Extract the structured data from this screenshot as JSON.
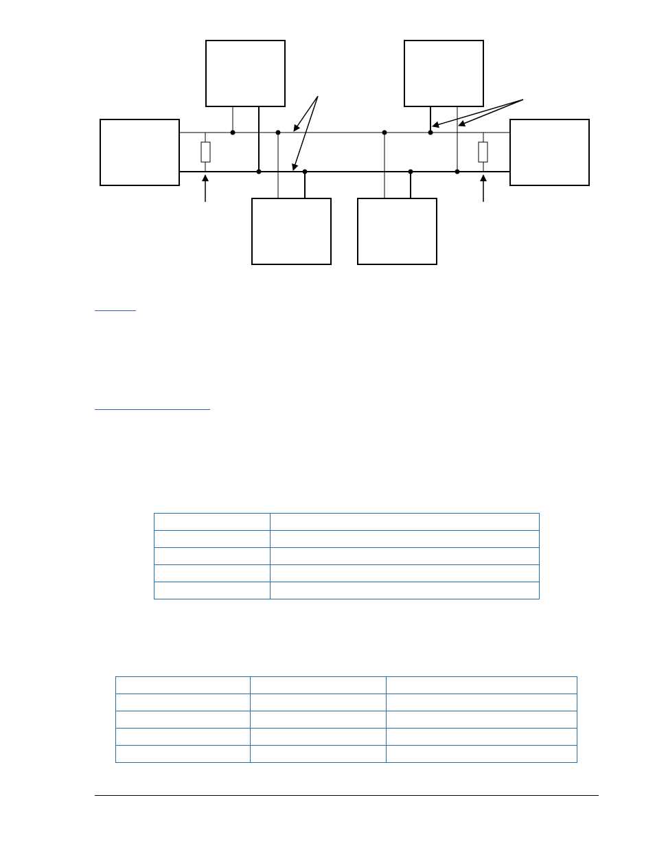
{
  "diagram": {
    "nodes": [
      {
        "id": "node-left"
      },
      {
        "id": "node-top-left"
      },
      {
        "id": "node-top-right"
      },
      {
        "id": "node-right"
      },
      {
        "id": "node-bottom-left"
      },
      {
        "id": "node-bottom-right"
      }
    ],
    "line_color": "#000000"
  },
  "links": [
    {
      "text": ""
    },
    {
      "text": ""
    }
  ],
  "table1": {
    "border_color": "#1f6fb4",
    "rows": [
      [
        "",
        ""
      ],
      [
        "",
        ""
      ],
      [
        "",
        ""
      ],
      [
        "",
        ""
      ],
      [
        "",
        ""
      ]
    ]
  },
  "table2": {
    "border_color": "#1f6fb4",
    "rows": [
      [
        "",
        "",
        ""
      ],
      [
        "",
        "",
        ""
      ],
      [
        "",
        "",
        ""
      ],
      [
        "",
        "",
        ""
      ],
      [
        "",
        "",
        ""
      ]
    ]
  },
  "footer": {
    "text": ""
  }
}
